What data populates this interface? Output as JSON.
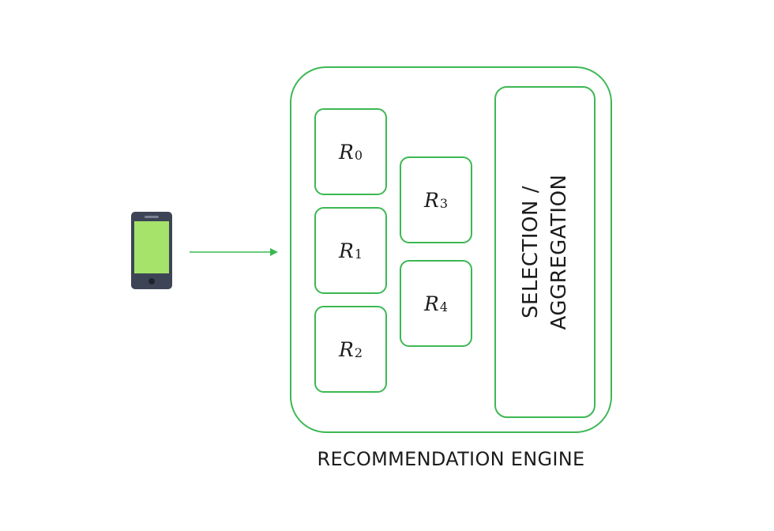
{
  "colors": {
    "accent_green": "#3cb853",
    "phone_body": "#3d4455",
    "phone_screen": "#a6e36a",
    "text": "#1c1c1c"
  },
  "icons": {
    "device": "smartphone-icon",
    "flow": "arrow-right-icon"
  },
  "engine": {
    "label": "RECOMMENDATION ENGINE",
    "recommenders": [
      {
        "symbol": "R",
        "subscript": "0"
      },
      {
        "symbol": "R",
        "subscript": "1"
      },
      {
        "symbol": "R",
        "subscript": "2"
      },
      {
        "symbol": "R",
        "subscript": "3"
      },
      {
        "symbol": "R",
        "subscript": "4"
      }
    ],
    "selection": {
      "line1": "SELECTION /",
      "line2": "AGGREGATION"
    }
  }
}
